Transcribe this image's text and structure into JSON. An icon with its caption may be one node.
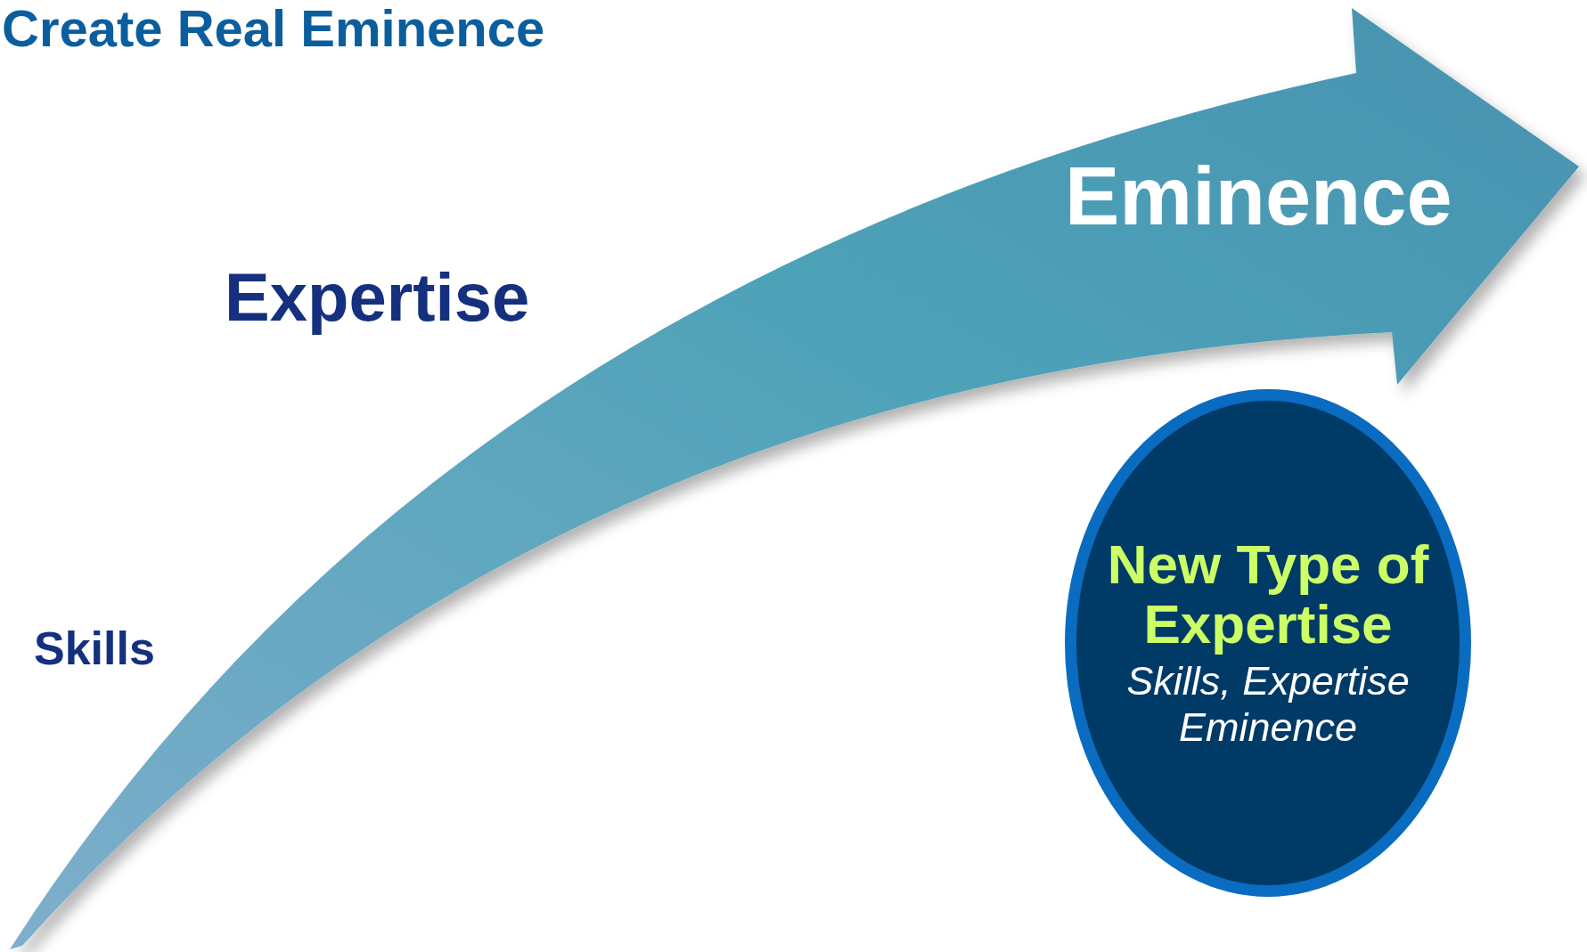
{
  "diagram": {
    "title": "Create Real Eminence",
    "nodes": [
      {
        "text": [
          "Eminence"
        ]
      },
      {
        "text": [
          "New Type of Expertise",
          "Skills, Expertise Eminence"
        ]
      }
    ],
    "labels": [
      "Expertise",
      "Skills"
    ]
  }
}
